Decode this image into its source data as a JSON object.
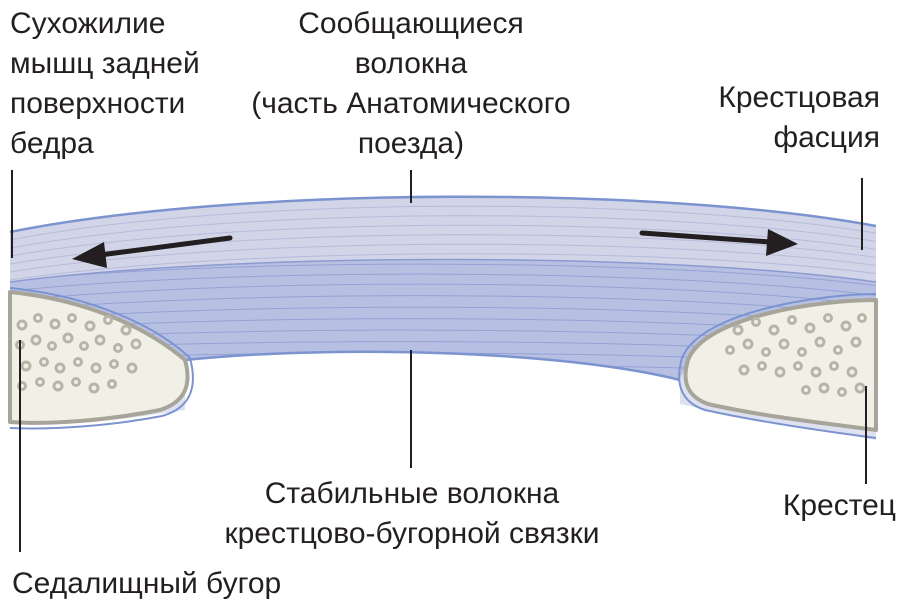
{
  "labels": {
    "hamstring_tendon": [
      "Сухожилие",
      "мышц задней",
      "поверхности",
      "бедра"
    ],
    "communicating_fibers": [
      "Сообщающиеся",
      "волокна",
      "(часть Анатомического",
      "поезда)"
    ],
    "sacral_fascia": [
      "Крестцовая",
      "фасция"
    ],
    "stable_fibers": [
      "Стабильные волокна",
      "крестцово-бугорной связки"
    ],
    "sacrum": "Крестец",
    "ischial_tuberosity": "Седалищный бугор"
  },
  "colors": {
    "fascia_fill": "#d2d5e8",
    "ligament_fill": "#b7c0e3",
    "outline": "#7b93cf",
    "bone_fill": "#f0f0e6",
    "bone_outline": "#a7a599",
    "leader": "#231f20",
    "arrow": "#231f20"
  },
  "arrows": [
    "left",
    "right"
  ]
}
